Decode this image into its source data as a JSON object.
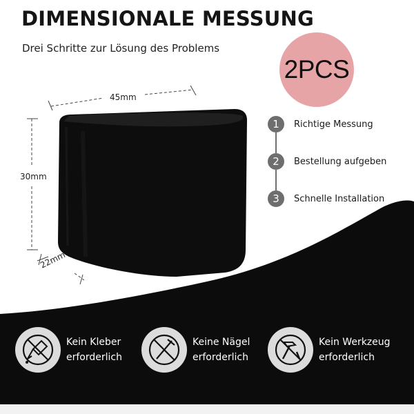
{
  "header": {
    "title": "DIMENSIONALE MESSUNG",
    "subtitle": "Drei Schritte zur Lösung des Problems"
  },
  "badge": {
    "text": "2PCS",
    "color": "#e7a4a6"
  },
  "product": {
    "width_label": "45mm",
    "height_label": "30mm",
    "depth_label": "22mm",
    "color": "#0d0d0d"
  },
  "steps": [
    {
      "number": "1",
      "label": "Richtige Messung"
    },
    {
      "number": "2",
      "label": "Bestellung aufgeben"
    },
    {
      "number": "3",
      "label": "Schnelle Installation"
    }
  ],
  "features": [
    {
      "icon": "no-glue-icon",
      "line1": "Kein Kleber",
      "line2": "erforderlich"
    },
    {
      "icon": "no-nails-icon",
      "line1": "Keine Nägel",
      "line2": "erforderlich"
    },
    {
      "icon": "no-tools-icon",
      "line1": "Kein Werkzeug",
      "line2": "erforderlich"
    }
  ],
  "colors": {
    "dark_band": "#0c0c0c",
    "step_circle": "#6e6e6e",
    "icon_circle": "#dcdcdc"
  }
}
